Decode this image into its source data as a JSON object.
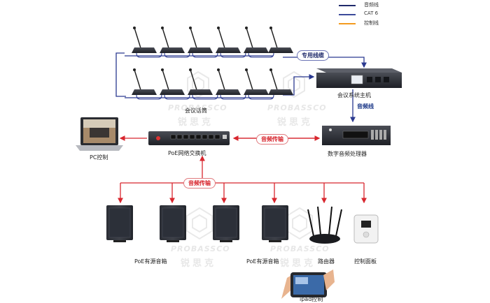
{
  "legend": {
    "items": [
      {
        "label": "音频线",
        "color": "#1f2a6b"
      },
      {
        "label": "CAT 6",
        "color": "#3b4a9a"
      },
      {
        "label": "控制线",
        "color": "#f39a1e"
      }
    ]
  },
  "labels": {
    "conference_mic": "会议话筒",
    "conference_host": "会议系统主机",
    "dsp": "数字音频处理器",
    "poe_switch": "PoE网络交换机",
    "pc_control": "PC控制",
    "speaker_a": "PoE有源音箱",
    "speaker_b": "PoE有源音箱",
    "router": "路由器",
    "control_panel": "控制面板",
    "ipad": "ipad控制"
  },
  "tags": {
    "dedicated_cable": "专用线缆",
    "audio_line": "音频线",
    "audio_transfer_1": "音频传输",
    "audio_transfer_2": "音频传输"
  },
  "watermark": {
    "brand": "PROBASSCO",
    "cn": "锐思克"
  },
  "colors": {
    "audio": "#1f2a6b",
    "cat6": "#3b4a9a",
    "control": "#f39a1e",
    "transfer": "#d8262e"
  }
}
